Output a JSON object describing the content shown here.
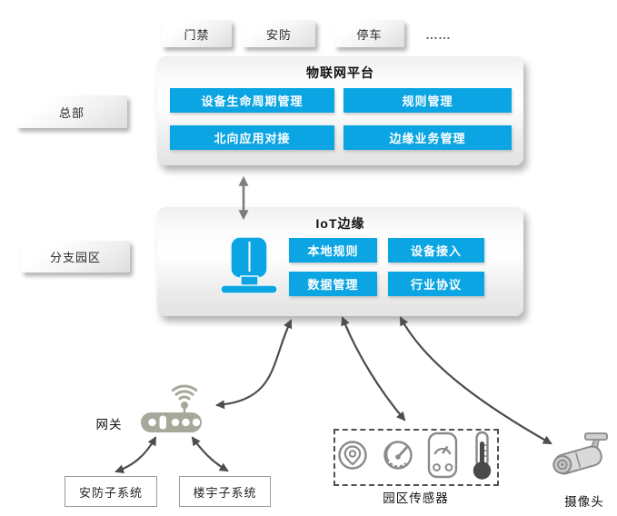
{
  "colors": {
    "accent_blue": "#0aa5e2",
    "arrow_dark_gray": "#4d4d4d",
    "arrow_light_gray": "#7d7d7d",
    "device_olive": "#a8a89a",
    "icon_gray": "#8a8a8a"
  },
  "top_apps": {
    "items": [
      "门禁",
      "安防",
      "停车"
    ],
    "more": "……"
  },
  "left_labels": {
    "headquarters": "总部",
    "branch": "分支园区"
  },
  "platform": {
    "title": "物联网平台",
    "modules": [
      "设备生命周期管理",
      "规则管理",
      "北向应用对接",
      "边缘业务管理"
    ]
  },
  "edge": {
    "title": "IoT边缘",
    "modules": [
      "本地规则",
      "设备接入",
      "数据管理",
      "行业协议"
    ],
    "device_icon": "edge-gateway-device-icon"
  },
  "gateway": {
    "label": "网关",
    "icon": "wifi-router-icon"
  },
  "subsystems": [
    "安防子系统",
    "楼宇子系统"
  ],
  "sensors": {
    "label": "园区传感器",
    "icons": [
      "location-pin-icon",
      "speedometer-icon",
      "meter-icon",
      "thermometer-icon"
    ]
  },
  "camera": {
    "label": "摄像头",
    "icon": "cctv-camera-icon"
  }
}
